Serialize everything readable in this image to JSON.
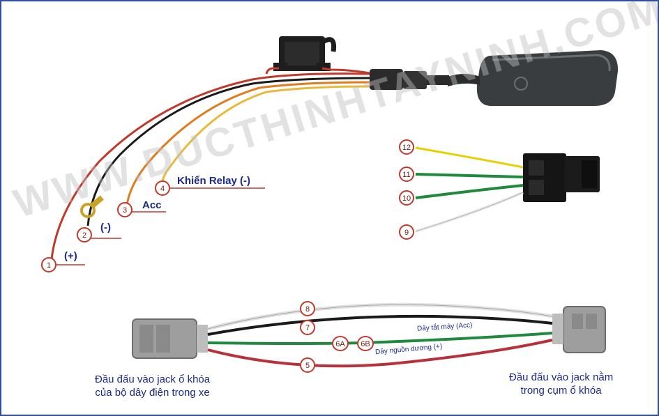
{
  "watermark": "WWW.DUCTHINHTAYNINH.COM",
  "wires": {
    "w1": {
      "pin": "1",
      "label": "(+)"
    },
    "w2": {
      "pin": "2",
      "label": "(-)"
    },
    "w3": {
      "pin": "3",
      "label": "Acc"
    },
    "w4": {
      "pin": "4",
      "label": "Khiển Relay (-)"
    }
  },
  "relay_pins": [
    "12",
    "11",
    "10",
    "9"
  ],
  "harness": {
    "pin8": "8",
    "pin7": "7",
    "pin6a": "6A",
    "pin6b": "6B",
    "pin5": "5",
    "acc_wire_label": "Dây tắt máy (Acc)",
    "power_wire_label": "Dây nguồn dương (+)",
    "left_caption_line1": "Đầu đấu vào jack ổ khóa",
    "left_caption_line2": "của bộ dây điện trong xe",
    "right_caption_line1": "Đầu đấu vào jack nằm",
    "right_caption_line2": "trong  cụm ổ khóa"
  },
  "colors": {
    "red": "#c0392b",
    "black": "#1a1a1a",
    "orange": "#e07b1e",
    "yellow": "#e8b93a",
    "green": "#1f8a3c",
    "white_wire": "#e8e8e8",
    "label_blue": "#1b2a8a",
    "frame": "#2f4ea3"
  },
  "icons": [
    "gps-device-icon",
    "fuse-holder-icon",
    "ring-terminal-icon",
    "relay-icon",
    "harness-connector-icon"
  ]
}
